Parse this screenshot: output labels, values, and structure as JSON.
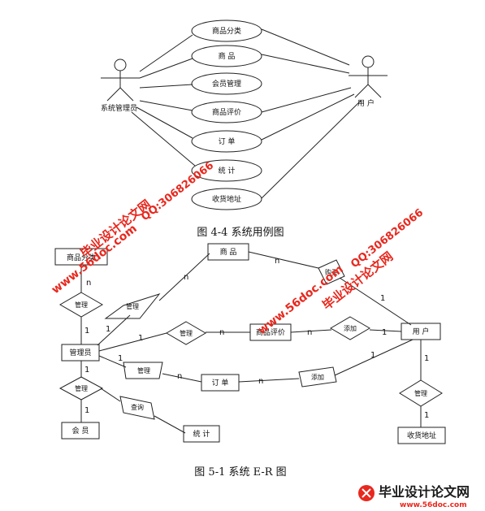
{
  "usecase": {
    "actor_admin": "系统管理员",
    "actor_user": "用  户",
    "cases": [
      "商品分类",
      "商  品",
      "会员管理",
      "商品评价",
      "订  单",
      "统  计",
      "收货地址"
    ],
    "caption": "图 4-4    系统用例图"
  },
  "er": {
    "entities": {
      "category": "商品分类",
      "product": "商  品",
      "admin": "管理员",
      "review": "商品评价",
      "user": "用  户",
      "order": "订  单",
      "member": "会  员",
      "stats": "统  计",
      "address": "收货地址"
    },
    "relations": {
      "manage_category": "管理",
      "manage_product": "管理",
      "manage_review": "管理",
      "manage_order": "管理",
      "manage_member": "管理",
      "query": "查询",
      "add_review": "添加",
      "add_order": "添加",
      "manage_address": "管理",
      "purchase": "购买"
    },
    "cardinalities": [
      "n",
      "1",
      "1",
      "n",
      "1",
      "n",
      "1",
      "1",
      "n",
      "n",
      "1",
      "1",
      "1",
      "1",
      "n",
      "n",
      "1",
      "1"
    ],
    "caption": "图 5-1    系统 E-R 图"
  },
  "watermarks": {
    "site_cn": "毕业设计论文网",
    "site_url": "www.56doc.com",
    "qq": "QQ:306826066",
    "logo_title": "毕业设计论文网",
    "logo_url": "www.56doc.com"
  }
}
